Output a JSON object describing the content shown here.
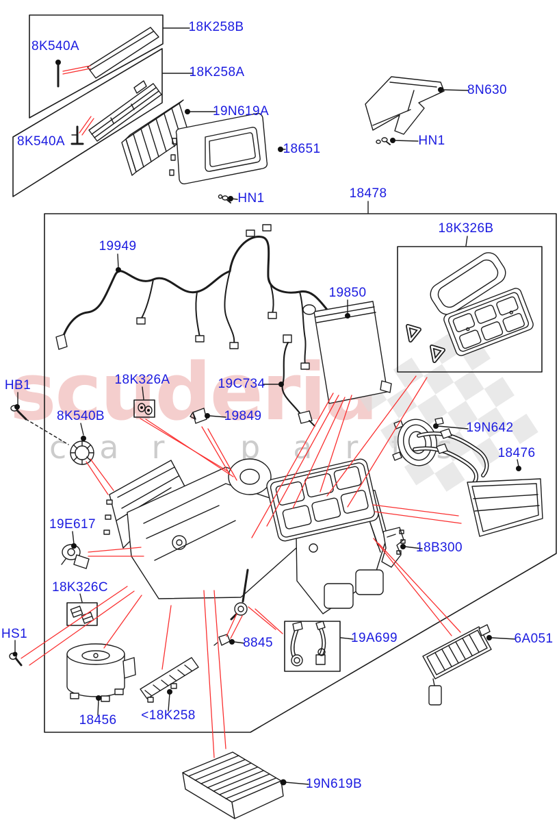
{
  "watermark": {
    "brand": "scuderia",
    "subtitle": "car parts"
  },
  "colors": {
    "label_blue": "#1b1be0",
    "leader_red": "#fa3030",
    "line_black": "#1c1c1c",
    "watermark_red": "#d9534f",
    "watermark_gray": "#c4c4c4",
    "flag_gray": "#dcdcdc"
  },
  "labels": [
    {
      "id": "8K540A-top",
      "text": "8K540A"
    },
    {
      "id": "18K258B",
      "text": "18K258B"
    },
    {
      "id": "18K258A",
      "text": "18K258A"
    },
    {
      "id": "8K540A-bottom",
      "text": "8K540A"
    },
    {
      "id": "19N619A",
      "text": "19N619A"
    },
    {
      "id": "18651",
      "text": "18651"
    },
    {
      "id": "HN1-left",
      "text": "HN1"
    },
    {
      "id": "8N630",
      "text": "8N630"
    },
    {
      "id": "HN1-right",
      "text": "HN1"
    },
    {
      "id": "18478",
      "text": "18478"
    },
    {
      "id": "19949",
      "text": "19949"
    },
    {
      "id": "18K326B",
      "text": "18K326B"
    },
    {
      "id": "19850",
      "text": "19850"
    },
    {
      "id": "HB1",
      "text": "HB1"
    },
    {
      "id": "18K326A",
      "text": "18K326A"
    },
    {
      "id": "19C734",
      "text": "19C734"
    },
    {
      "id": "8K540B",
      "text": "8K540B"
    },
    {
      "id": "19849",
      "text": "19849"
    },
    {
      "id": "19N642",
      "text": "19N642"
    },
    {
      "id": "18476",
      "text": "18476"
    },
    {
      "id": "19E617",
      "text": "19E617"
    },
    {
      "id": "18B300",
      "text": "18B300"
    },
    {
      "id": "18K326C",
      "text": "18K326C"
    },
    {
      "id": "HS1",
      "text": "HS1"
    },
    {
      "id": "8845",
      "text": "8845"
    },
    {
      "id": "19A699",
      "text": "19A699"
    },
    {
      "id": "6A051",
      "text": "6A051"
    },
    {
      "id": "18456",
      "text": "18456"
    },
    {
      "id": "lt18K258",
      "text": "<18K258"
    },
    {
      "id": "19N619B",
      "text": "19N619B"
    }
  ]
}
